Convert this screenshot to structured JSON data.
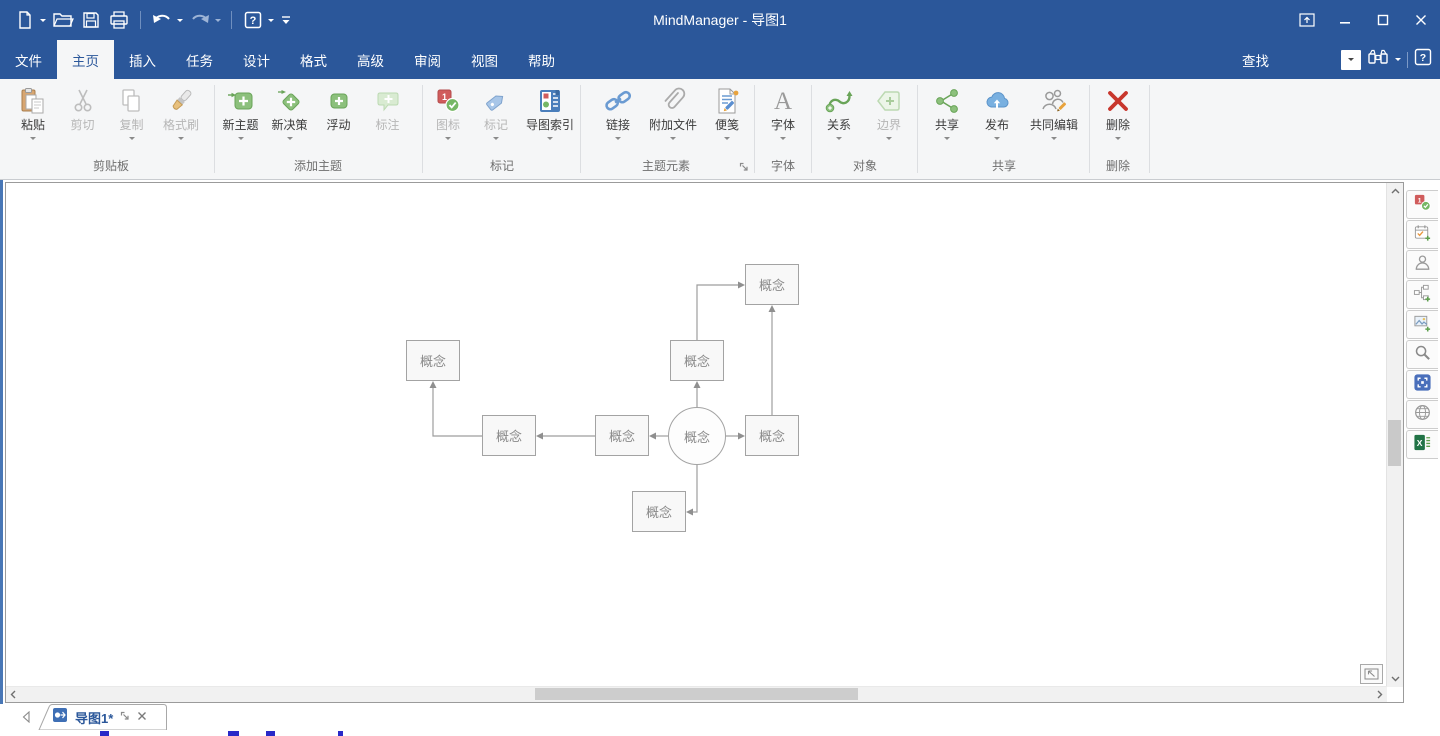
{
  "colors": {
    "titlebar_blue": "#2b579a",
    "ribbon_bg": "#f5f6f7",
    "accent_green": "#8cc07c",
    "accent_red": "#c8372d",
    "accent_link_blue": "#6b9bd2",
    "diagram_gray": "#a3a3a3"
  },
  "titlebar": {
    "title": "MindManager - 导图1",
    "quick_access_icons": [
      "new-document",
      "open",
      "save",
      "print",
      "undo",
      "redo",
      "help",
      "customize"
    ],
    "window_icons": [
      "ribbon-display-options",
      "minimize",
      "maximize",
      "close"
    ]
  },
  "menu": {
    "tabs": [
      {
        "label": "文件"
      },
      {
        "label": "主页"
      },
      {
        "label": "插入"
      },
      {
        "label": "任务"
      },
      {
        "label": "设计"
      },
      {
        "label": "格式"
      },
      {
        "label": "高级"
      },
      {
        "label": "审阅"
      },
      {
        "label": "视图"
      },
      {
        "label": "帮助"
      }
    ],
    "active_tab": "主页",
    "find_label": "查找"
  },
  "ribbon": {
    "groups": [
      {
        "label": "剪贴板",
        "buttons": [
          {
            "label": "粘贴",
            "icon": "paste",
            "disabled": false,
            "caret": true
          },
          {
            "label": "剪切",
            "icon": "cut",
            "disabled": true,
            "caret": false
          },
          {
            "label": "复制",
            "icon": "copy",
            "disabled": true,
            "caret": true
          },
          {
            "label": "格式刷",
            "icon": "format-painter",
            "disabled": true,
            "caret": true
          }
        ]
      },
      {
        "label": "添加主题",
        "buttons": [
          {
            "label": "新主题",
            "icon": "new-topic",
            "disabled": false,
            "caret": true
          },
          {
            "label": "新决策",
            "icon": "new-decision",
            "disabled": false,
            "caret": true
          },
          {
            "label": "浮动",
            "icon": "floating-topic",
            "disabled": false,
            "caret": false
          },
          {
            "label": "标注",
            "icon": "callout",
            "disabled": true,
            "caret": false
          }
        ]
      },
      {
        "label": "标记",
        "buttons": [
          {
            "label": "图标",
            "icon": "marker-icons",
            "disabled": true,
            "caret": true
          },
          {
            "label": "标记",
            "icon": "tag",
            "disabled": true,
            "caret": true
          },
          {
            "label": "导图索引",
            "icon": "map-index",
            "disabled": false,
            "caret": true
          }
        ]
      },
      {
        "label": "主题元素",
        "buttons": [
          {
            "label": "链接",
            "icon": "link",
            "disabled": false,
            "caret": true
          },
          {
            "label": "附加文件",
            "icon": "attachment",
            "disabled": false,
            "caret": true
          },
          {
            "label": "便笺",
            "icon": "note",
            "disabled": false,
            "caret": true
          }
        ]
      },
      {
        "label": "字体",
        "buttons": [
          {
            "label": "字体",
            "icon": "font",
            "disabled": false,
            "caret": true
          }
        ]
      },
      {
        "label": "对象",
        "buttons": [
          {
            "label": "关系",
            "icon": "relationship",
            "disabled": false,
            "caret": true
          },
          {
            "label": "边界",
            "icon": "boundary",
            "disabled": true,
            "caret": true
          }
        ]
      },
      {
        "label": "共享",
        "buttons": [
          {
            "label": "共享",
            "icon": "share",
            "disabled": false,
            "caret": true
          },
          {
            "label": "发布",
            "icon": "publish-cloud",
            "disabled": false,
            "caret": true
          },
          {
            "label": "共同编辑",
            "icon": "co-edit",
            "disabled": false,
            "caret": true
          }
        ]
      },
      {
        "label": "删除",
        "buttons": [
          {
            "label": "删除",
            "icon": "delete",
            "disabled": false,
            "caret": true
          }
        ]
      }
    ]
  },
  "sidebar": {
    "icons": [
      "marker-panel",
      "task-info",
      "person-outline",
      "map-parts",
      "image-library",
      "search",
      "map-overview",
      "web-globe",
      "excel-export"
    ]
  },
  "diagram": {
    "nodes": [
      {
        "id": "center-circle",
        "label": "概念"
      },
      {
        "id": "right-box",
        "label": "概念"
      },
      {
        "id": "top-right-box",
        "label": "概念"
      },
      {
        "id": "top-middle-box",
        "label": "概念"
      },
      {
        "id": "left-inner-box",
        "label": "概念"
      },
      {
        "id": "left-outer-box",
        "label": "概念"
      },
      {
        "id": "left-top-box",
        "label": "概念"
      },
      {
        "id": "bottom-box",
        "label": "概念"
      }
    ]
  },
  "doc_tabs": {
    "active_label": "导图1*"
  }
}
